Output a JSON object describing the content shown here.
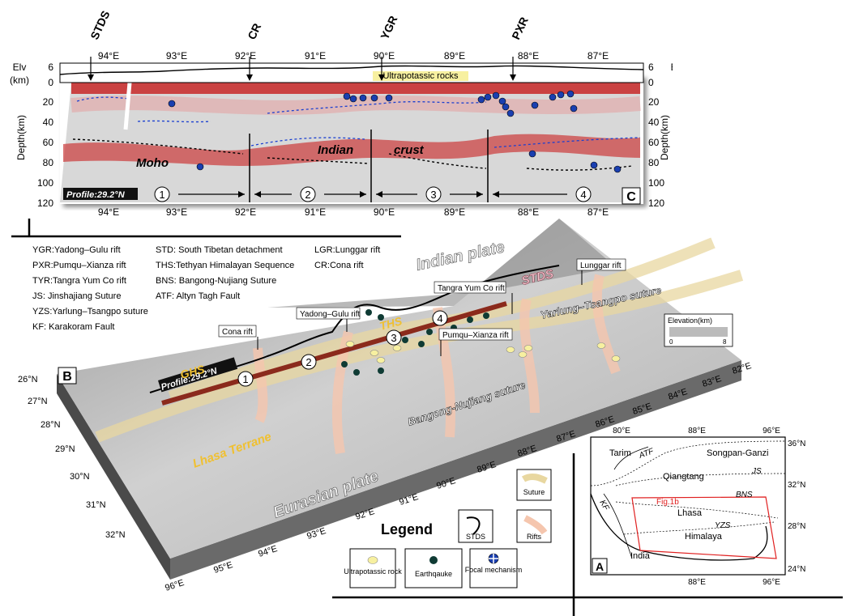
{
  "panel_c": {
    "panel_letter": "C",
    "rift_markers": [
      "STDS",
      "CR",
      "YGR",
      "PXR"
    ],
    "top_ticks": [
      "94°E",
      "93°E",
      "92°E",
      "91°E",
      "90°E",
      "89°E",
      "88°E",
      "87°E"
    ],
    "bottom_ticks": [
      "94°E",
      "93°E",
      "92°E",
      "91°E",
      "90°E",
      "89°E",
      "88°E",
      "87°E"
    ],
    "elv_label": "Elv",
    "elv_unit": "(km)",
    "elv_ticks": [
      "6",
      "0"
    ],
    "depth_label": "Depth(km)",
    "depth_ticks": [
      "0",
      "20",
      "40",
      "60",
      "80",
      "100",
      "120"
    ],
    "ultrapotassic_label": "Ultrapotassic rocks",
    "words": [
      "Moho",
      "Indian",
      "crust"
    ],
    "profile_label": "Profile:29.2°N",
    "segments": [
      "1",
      "2",
      "3",
      "4"
    ]
  },
  "abbreviations": {
    "col1": [
      "YGR:Yadong–Gulu rift",
      "PXR:Pumqu–Xianza rift",
      "TYR:Tangra Yum Co rift",
      "JS: Jinshajiang Suture",
      "YZS:Yarlung–Tsangpo suture",
      "KF: Karakoram Fault"
    ],
    "col2": [
      "STD: South Tibetan detachment",
      "THS:Tethyan Himalayan Sequence",
      "BNS: Bangong-Nujiang Suture",
      "ATF: Altyn Tagh Fault"
    ],
    "col3": [
      "LGR:Lunggar rift",
      "CR:Cona rift"
    ]
  },
  "panel_b": {
    "panel_letter": "B",
    "indian_plate": "Indian plate",
    "eurasian_plate": "Eurasian plate",
    "stds": "STDS",
    "ghs": "GHS",
    "ths": "THS",
    "lhasa_terrane": "Lhasa Terrane",
    "yzs": "Yarlung–Tsangpo suture",
    "bns": "Bangong-Nujiang suture",
    "profile_label": "Profile:29.2°N",
    "callouts": [
      "Cona rift",
      "Yadong–Gulu rift",
      "Tangra Yum Co rift",
      "Lunggar rift",
      "Pumqu–Xianza rift"
    ],
    "segments": [
      "1",
      "2",
      "3",
      "4"
    ],
    "lat_ticks": [
      "26°N",
      "27°N",
      "28°N",
      "29°N",
      "30°N",
      "31°N",
      "32°N"
    ],
    "lon_front": [
      "96°E",
      "95°E",
      "94°E",
      "93°E",
      "92°E",
      "91°E",
      "90°E",
      "89°E",
      "88°E",
      "87°E",
      "86°E",
      "85°E",
      "84°E",
      "83°E",
      "82°E"
    ],
    "elev_box_title": "Elevation(km)",
    "elev_min": "0",
    "elev_max": "8"
  },
  "legend": {
    "title": "Legend",
    "items": [
      "STDS",
      "Suture",
      "Rifts",
      "Ultrapotassic rock",
      "Earthqauke",
      "Focal mechanism"
    ],
    "colors": {
      "suture": "#e8d7a0",
      "rift": "#f5c6ae",
      "ultrapotassic": "#f7f0a0",
      "earthquake": "#0f3b34",
      "focal": "#1a3fb0"
    }
  },
  "panel_a": {
    "panel_letter": "A",
    "top_ticks": [
      "80°E",
      "88°E",
      "96°E"
    ],
    "bottom_ticks": [
      "88°E",
      "96°E"
    ],
    "right_ticks": [
      "36°N",
      "32°N",
      "28°N",
      "24°N"
    ],
    "regions": [
      "Tarim",
      "Songpan-Ganzi",
      "Qiangtang",
      "Lhasa",
      "Himalaya",
      "India"
    ],
    "faults": [
      "ATF",
      "JS",
      "KF",
      "BNS",
      "YZS"
    ],
    "box_label": "Fig.1b"
  }
}
